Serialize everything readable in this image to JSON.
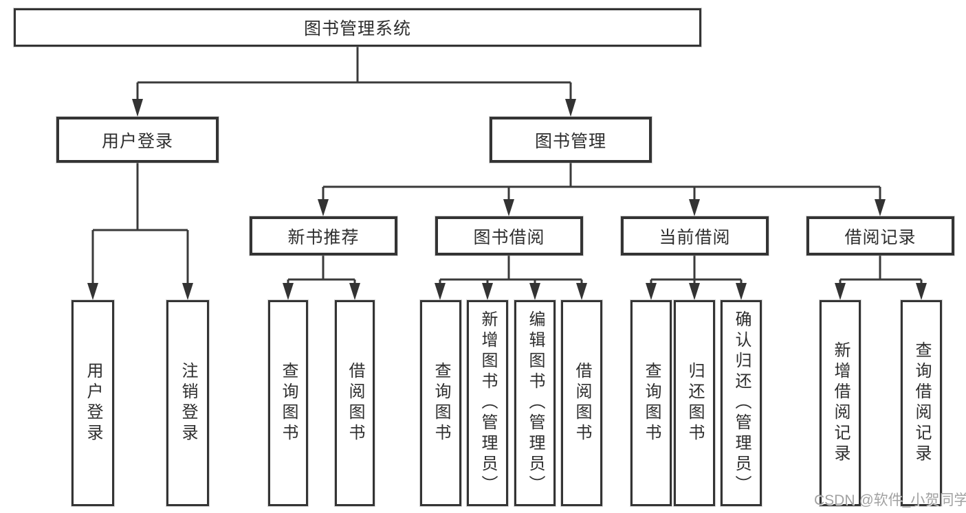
{
  "diagram": {
    "tree": {
      "root": {
        "label": "图书管理系统",
        "children": [
          {
            "label": "用户登录",
            "children": [
              {
                "label": "用户登录"
              },
              {
                "label": "注销登录"
              }
            ]
          },
          {
            "label": "图书管理",
            "children": [
              {
                "label": "新书推荐",
                "children": [
                  {
                    "label": "查询图书"
                  },
                  {
                    "label": "借阅图书"
                  }
                ]
              },
              {
                "label": "图书借阅",
                "children": [
                  {
                    "label": "查询图书"
                  },
                  {
                    "label": "新增图书（管理员）"
                  },
                  {
                    "label": "编辑图书（管理员）"
                  },
                  {
                    "label": "借阅图书"
                  }
                ]
              },
              {
                "label": "当前借阅",
                "children": [
                  {
                    "label": "查询图书"
                  },
                  {
                    "label": "归还图书"
                  },
                  {
                    "label": "确认归还（管理员）"
                  }
                ]
              },
              {
                "label": "借阅记录",
                "children": [
                  {
                    "label": "新增借阅记录"
                  },
                  {
                    "label": "查询借阅记录"
                  }
                ]
              }
            ]
          }
        ]
      }
    },
    "watermark": "CSDN @软件_小贺同学",
    "colors": {
      "line": "#3a3a3a",
      "box_border": "#343434",
      "text": "#2e2e2e",
      "background": "#ffffff",
      "watermark": "#949494"
    }
  }
}
